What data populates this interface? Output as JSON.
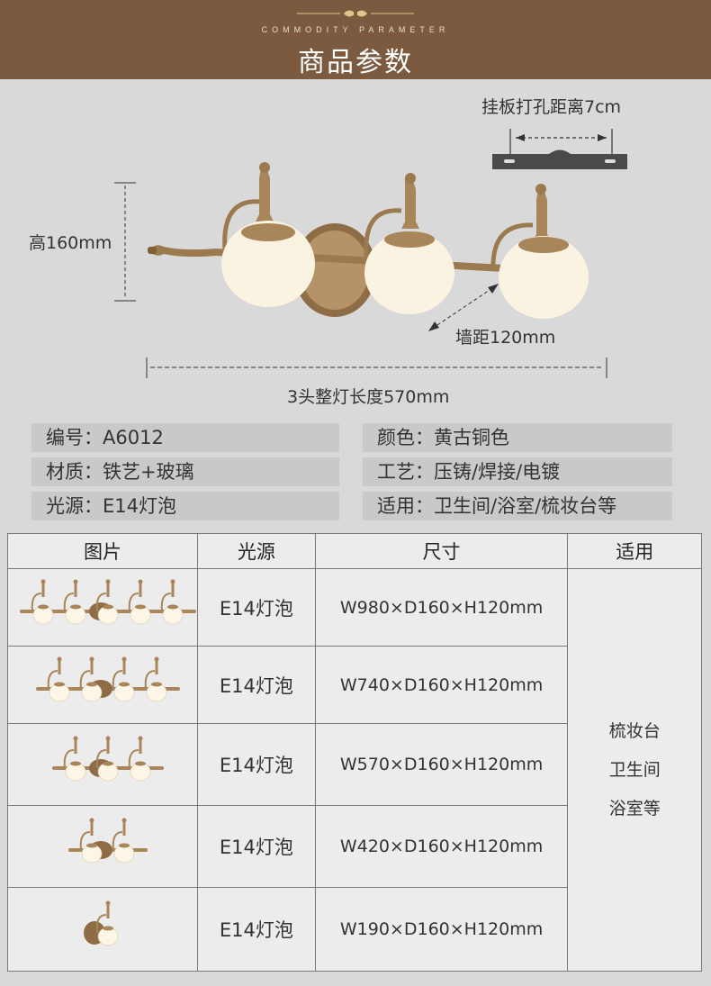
{
  "header": {
    "subtitle": "COMMODITY PARAMETER",
    "title": "商品参数"
  },
  "dimensions": {
    "hole_spacing": "挂板打孔距离7cm",
    "height": "高160mm",
    "wall_distance": "墙距120mm",
    "total_length": "3头整灯长度570mm"
  },
  "specs": [
    {
      "text": "编号：A6012"
    },
    {
      "text": "颜色：黄古铜色"
    },
    {
      "text": "材质：铁艺+玻璃"
    },
    {
      "text": "工艺：压铸/焊接/电镀"
    },
    {
      "text": "光源：E14灯泡"
    },
    {
      "text": "适用：卫生间/浴室/梳妆台等"
    }
  ],
  "table": {
    "headers": [
      "图片",
      "光源",
      "尺寸",
      "适用"
    ],
    "rows": [
      {
        "light": "E14灯泡",
        "size": "W980×D160×H120mm",
        "heads": 5
      },
      {
        "light": "E14灯泡",
        "size": "W740×D160×H120mm",
        "heads": 4
      },
      {
        "light": "E14灯泡",
        "size": "W570×D160×H120mm",
        "heads": 3
      },
      {
        "light": "E14灯泡",
        "size": "W420×D160×H120mm",
        "heads": 2
      },
      {
        "light": "E14灯泡",
        "size": "W190×D160×H120mm",
        "heads": 1
      }
    ],
    "suitable": [
      "梳妆台",
      "卫生间",
      "浴室等"
    ]
  },
  "colors": {
    "header_bg": "#7b5a3f",
    "page_bg": "#d9d9d9",
    "brass": "#a8865a",
    "glass": "#fdf6e6"
  }
}
